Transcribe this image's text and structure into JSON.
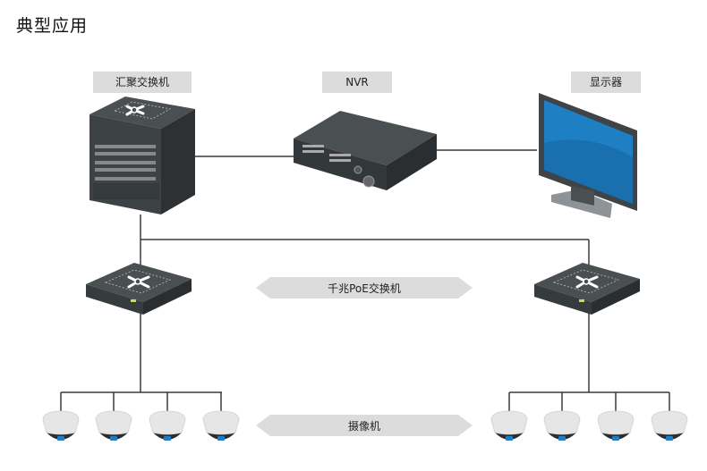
{
  "title": "典型应用",
  "devices": {
    "core_switch": {
      "label": "汇聚交换机",
      "icon": "core-switch-icon"
    },
    "nvr": {
      "label": "NVR",
      "icon": "nvr-icon"
    },
    "monitor": {
      "label": "显示器",
      "icon": "monitor-icon"
    },
    "poe_switch_left": {
      "icon": "poe-switch-icon"
    },
    "poe_switch_right": {
      "icon": "poe-switch-icon"
    }
  },
  "annotations": {
    "poe_switch_label": "千兆PoE交换机",
    "camera_label": "摄像机"
  },
  "cameras": {
    "left_count": 4,
    "right_count": 4,
    "icon": "dome-camera-icon"
  },
  "colors": {
    "line": "#3a3a3a",
    "label_bg": "#dcdcdc",
    "device_dark": "#3d4244",
    "screen_blue": "#1f7fc4",
    "led_green": "#c8e04a"
  }
}
